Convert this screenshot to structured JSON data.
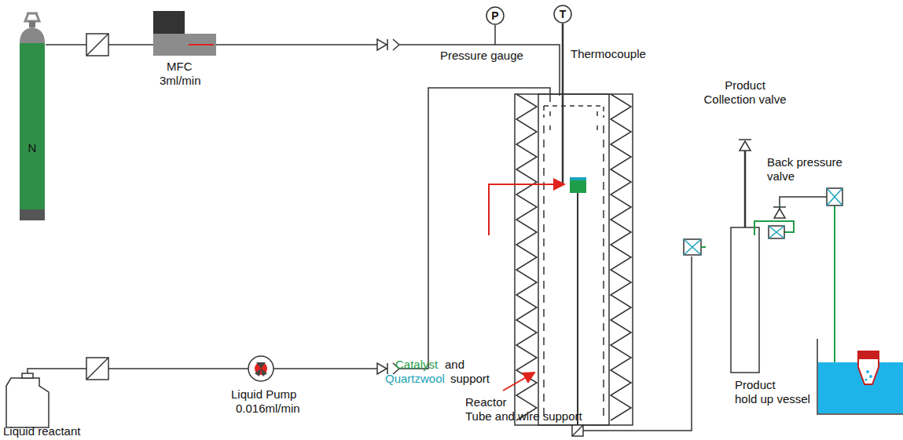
{
  "diagram": {
    "nodes": [
      {
        "text": [
          "N"
        ]
      },
      {
        "text": [
          "P"
        ]
      },
      {
        "text": [
          "T"
        ]
      }
    ],
    "labels": [
      "MFC",
      "3ml/min",
      "Pressure gauge",
      "Thermocouple",
      "Liquid Pump",
      "0.016ml/min",
      "Liquid reactant",
      "Catalyst",
      "and",
      "Quartzwool",
      "support",
      "Reactor",
      "Tube and wire support",
      "Product Collection valve",
      "Back pressure valve",
      "Product",
      "hold up vessel"
    ]
  }
}
